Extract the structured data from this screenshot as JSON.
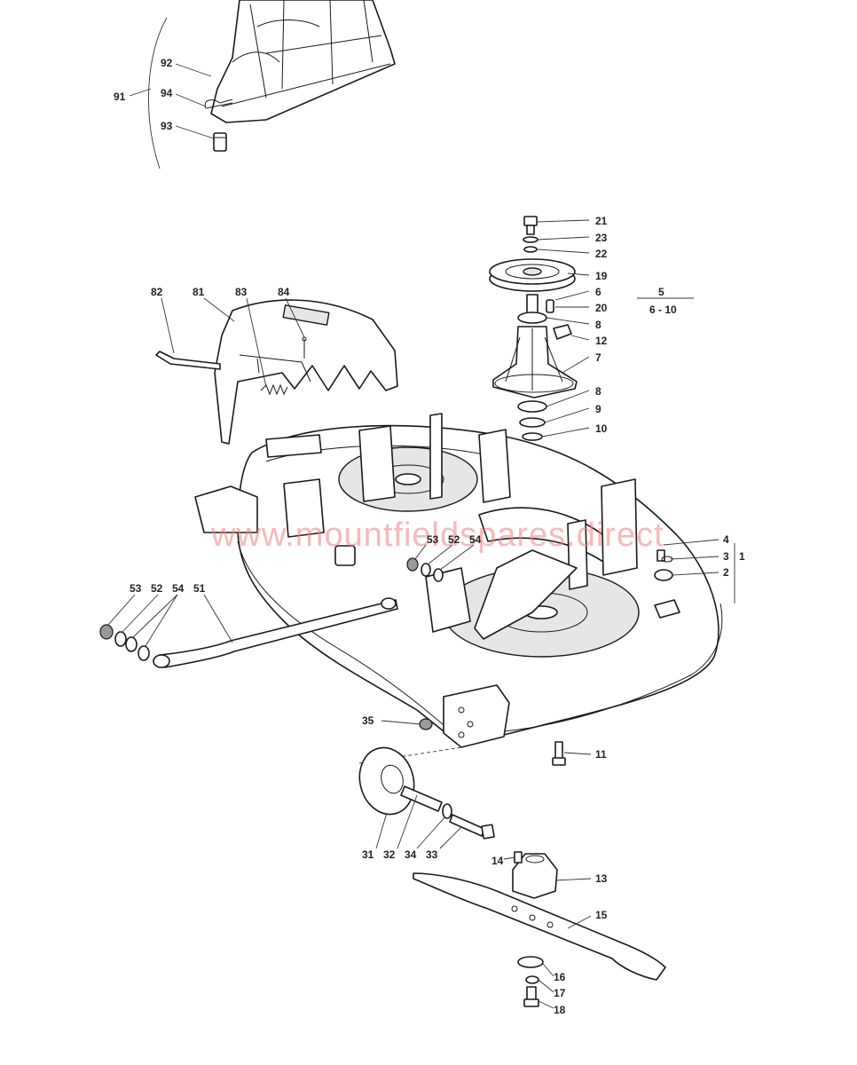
{
  "watermark": "www.mountfieldspares.direct",
  "callouts": {
    "c91": "91",
    "c92": "92",
    "c94": "94",
    "c93": "93",
    "c21": "21",
    "c23": "23",
    "c22": "22",
    "c19": "19",
    "c6": "6",
    "c20": "20",
    "c8a": "8",
    "c12": "12",
    "c7": "7",
    "c8b": "8",
    "c9": "9",
    "c10": "10",
    "c5": "5",
    "c6_10": "6 - 10",
    "c82": "82",
    "c81": "81",
    "c83": "83",
    "c84": "84",
    "c53a": "53",
    "c52a": "52",
    "c54a": "54",
    "c4": "4",
    "c3": "3",
    "c1": "1",
    "c2": "2",
    "c53b": "53",
    "c52b": "52",
    "c54b": "54",
    "c51": "51",
    "c35": "35",
    "c11": "11",
    "c31": "31",
    "c32": "32",
    "c34": "34",
    "c33": "33",
    "c14": "14",
    "c13": "13",
    "c15": "15",
    "c16": "16",
    "c17": "17",
    "c18": "18"
  },
  "colors": {
    "line": "#1a1a1a",
    "watermark": "#f08080",
    "background": "#ffffff"
  }
}
